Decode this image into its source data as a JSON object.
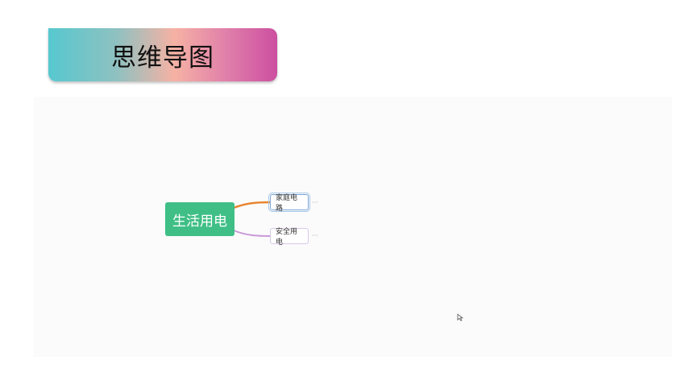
{
  "title": "思维导图",
  "mindmap": {
    "root": "生活用电",
    "branches": [
      {
        "label": "家庭电路",
        "color": "#e8852f",
        "selected": true
      },
      {
        "label": "安全用电",
        "color": "#c99ad8",
        "selected": false
      }
    ],
    "collapsed_indicator": "···"
  },
  "colors": {
    "root_fill": "#3fbf86",
    "canvas": "#fbfbfb"
  }
}
